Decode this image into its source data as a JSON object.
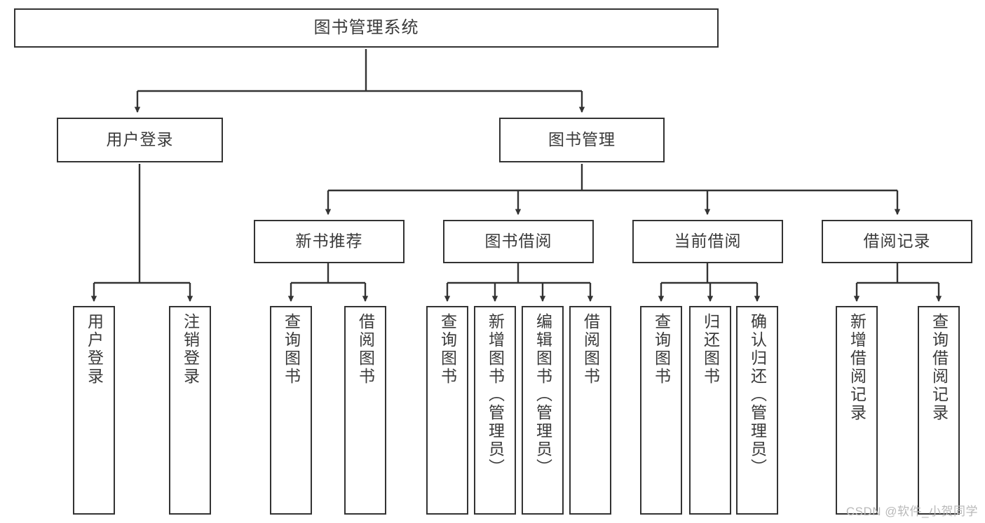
{
  "diagram": {
    "type": "tree",
    "title": "图书管理系统",
    "orientation": "top-down",
    "colors": {
      "box_border": "#333333",
      "box_fill": "#ffffff",
      "edge": "#333333",
      "text": "#3a3a3a",
      "watermark": "#b9b9b9"
    },
    "root": {
      "id": "root",
      "label": "图书管理系统"
    },
    "level2": [
      {
        "id": "user-login",
        "label": "用户登录"
      },
      {
        "id": "book-management",
        "label": "图书管理"
      }
    ],
    "level3": [
      {
        "id": "new-book-recommend",
        "label": "新书推荐",
        "parent": "book-management"
      },
      {
        "id": "book-borrow",
        "label": "图书借阅",
        "parent": "book-management"
      },
      {
        "id": "current-borrow",
        "label": "当前借阅",
        "parent": "book-management"
      },
      {
        "id": "borrow-record",
        "label": "借阅记录",
        "parent": "book-management"
      }
    ],
    "leaves": [
      {
        "id": "leaf-user-login",
        "label": "用户登录",
        "parent": "user-login"
      },
      {
        "id": "leaf-logout-login",
        "label": "注销登录",
        "parent": "user-login"
      },
      {
        "id": "leaf-query-book-rec",
        "label": "查询图书",
        "parent": "new-book-recommend"
      },
      {
        "id": "leaf-borrow-book-rec",
        "label": "借阅图书",
        "parent": "new-book-recommend"
      },
      {
        "id": "leaf-query-book-borrow",
        "label": "查询图书",
        "parent": "book-borrow"
      },
      {
        "id": "leaf-add-book-admin",
        "label": "新增图书（管理员）",
        "parent": "book-borrow"
      },
      {
        "id": "leaf-edit-book-admin",
        "label": "编辑图书（管理员）",
        "parent": "book-borrow"
      },
      {
        "id": "leaf-borrow-book",
        "label": "借阅图书",
        "parent": "book-borrow"
      },
      {
        "id": "leaf-query-book-current",
        "label": "查询图书",
        "parent": "current-borrow"
      },
      {
        "id": "leaf-return-book",
        "label": "归还图书",
        "parent": "current-borrow"
      },
      {
        "id": "leaf-confirm-return-admin",
        "label": "确认归还（管理员）",
        "parent": "current-borrow"
      },
      {
        "id": "leaf-add-borrow-record",
        "label": "新增借阅记录",
        "parent": "borrow-record"
      },
      {
        "id": "leaf-query-borrow-record",
        "label": "查询借阅记录",
        "parent": "borrow-record"
      }
    ]
  },
  "watermark": {
    "text": "CSDN @软件_小贺同学"
  }
}
